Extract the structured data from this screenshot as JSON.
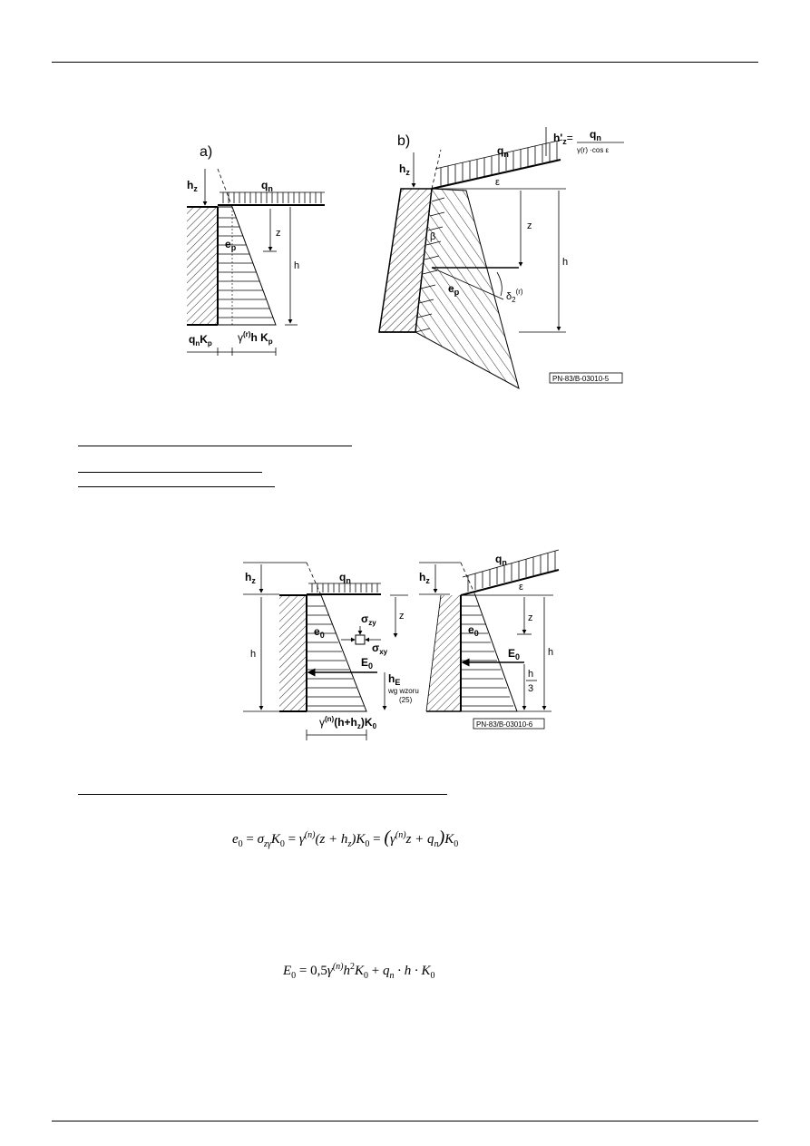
{
  "figure1": {
    "a": {
      "panel_label": "a)",
      "hz": "h",
      "hz_sub": "z",
      "qn": "q",
      "qn_sub": "n",
      "z": "z",
      "h": "h",
      "ep": "e",
      "ep_sub": "p",
      "qnkp": "q",
      "qnkp_sub1": "n",
      "qnkp_mid": "K",
      "qnkp_sub2": "p",
      "gamma": "γ",
      "gamma_sup": "(r)",
      "gamma_rest": "h K",
      "gamma_sub": "p"
    },
    "b": {
      "panel_label": "b)",
      "hz": "h",
      "hz_sub": "z",
      "qn": "q",
      "qn_sub": "n",
      "hz_prime": "h'",
      "hz_prime_sub": "z",
      "eq": "=",
      "frac_num": "q",
      "frac_num_sub": "n",
      "frac_den": "γ(r) ·cos ε",
      "epsilon": "ε",
      "z": "z",
      "h": "h",
      "beta": "β",
      "ep": "e",
      "ep_sub": "p",
      "delta": "δ",
      "delta_sub": "2",
      "delta_sup": "(r)"
    },
    "code": "PN-83/B-03010-5"
  },
  "figure2": {
    "left": {
      "hz": "h",
      "hz_sub": "z",
      "qn": "q",
      "qn_sub": "n",
      "z": "z",
      "h": "h",
      "e0": "e",
      "e0_sub": "0",
      "sigma_zy": "σ",
      "sigma_zy_sub": "zy",
      "sigma_xy": "σ",
      "sigma_xy_sub": "xy",
      "E0": "E",
      "E0_sub": "0",
      "hE": "h",
      "hE_sub": "E",
      "hE_note": "wg wzoru",
      "hE_ref": "(25)",
      "gamma": "γ",
      "gamma_sup": "(n)",
      "gamma_rest": "(h+h",
      "gamma_sub": "z",
      "gamma_end": ")K",
      "gamma_end_sub": "0"
    },
    "right": {
      "hz": "h",
      "hz_sub": "z",
      "qn": "q",
      "qn_sub": "n",
      "epsilon": "ε",
      "z": "z",
      "h": "h",
      "e0": "e",
      "e0_sub": "0",
      "E0": "E",
      "E0_sub": "0",
      "frac_num": "h",
      "frac_den": "3"
    },
    "code": "PN-83/B-03010-6"
  },
  "formula1": {
    "e0": "e",
    "e0_sub": "0",
    "eq1": " = ",
    "sigma": "σ",
    "sigma_sub": "zγ",
    "K0a": "K",
    "K0a_sub": "0",
    "eq2": " = ",
    "gamma": "γ",
    "gamma_sup": "(n)",
    "paren": "(z + h",
    "paren_sub": "z",
    "paren_close": ")",
    "K0b": "K",
    "K0b_sub": "0",
    "eq3": " = ",
    "paren2_open": "(",
    "gamma2": "γ",
    "gamma2_sup": "(n)",
    "z_plus": "z + q",
    "z_plus_sub": "n",
    "paren2_close": ")",
    "K0c": "K",
    "K0c_sub": "0"
  },
  "formula2": {
    "E0": "E",
    "E0_sub": "0",
    "eq": " = ",
    "coef": "0,5",
    "gamma": "γ",
    "gamma_sup": "(n)",
    "h2": "h",
    "h2_sup": "2",
    "K0a": "K",
    "K0a_sub": "0",
    "plus": " + ",
    "qn": "q",
    "qn_sub": "n",
    "dot1": " · h · ",
    "K0b": "K",
    "K0b_sub": "0"
  }
}
